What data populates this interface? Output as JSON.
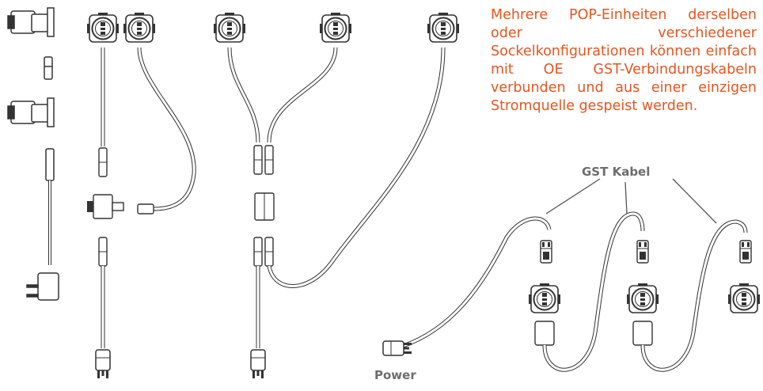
{
  "description": "Mehrere POP-Einheiten derselben oder verschiedener Sockelkonfigurationen können einfach mit OE GST-Verbindungskabeln verbunden und aus einer einzigen Stromquelle gespeist werden.",
  "labels": {
    "gst_cable": "GST Kabel",
    "power": "Power"
  },
  "colors": {
    "description_text": "#e8541e",
    "label_text": "#6d6d6d",
    "line_art": "#333333"
  }
}
